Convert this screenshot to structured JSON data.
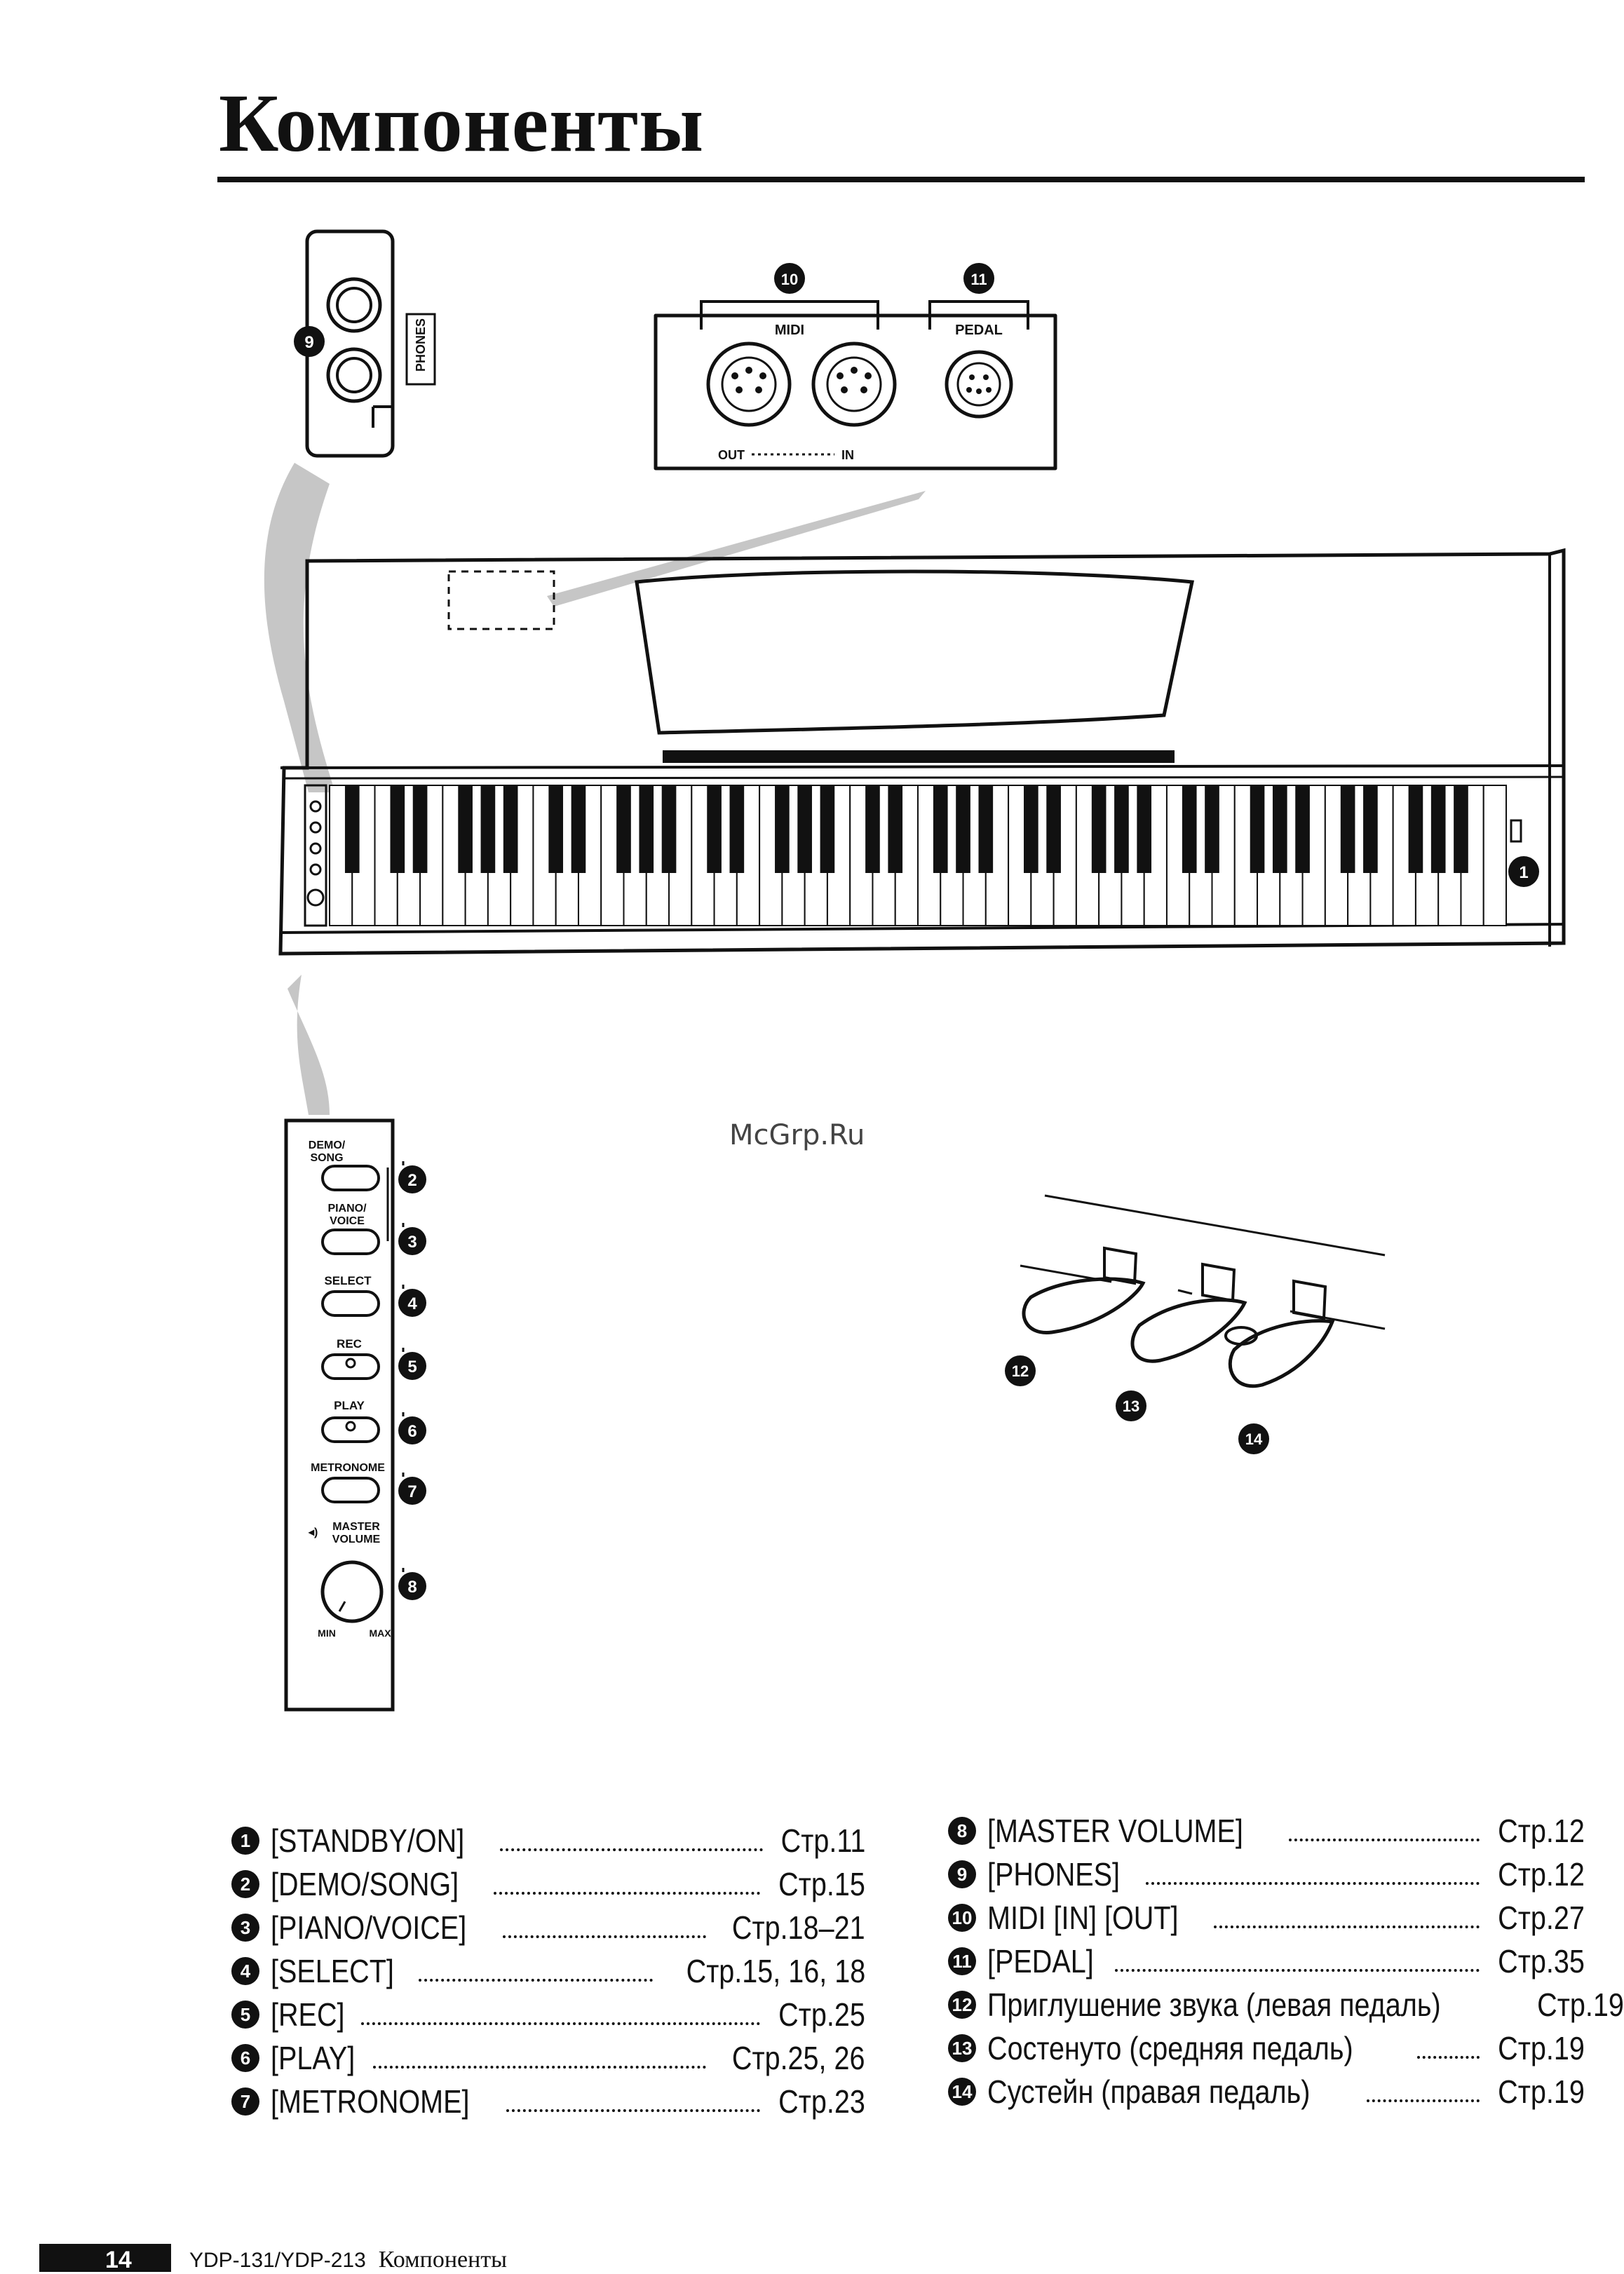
{
  "page": {
    "title": "Компоненты",
    "watermark": "McGrp.Ru"
  },
  "diagram": {
    "phones_label": "PHONES",
    "midi_label": "MIDI",
    "pedal_label": "PEDAL",
    "out_label": "OUT",
    "in_label": "IN",
    "panel": {
      "demo_song": "DEMO/SONG",
      "piano_voice": "PIANO/VOICE",
      "select": "SELECT",
      "rec": "REC",
      "play": "PLAY",
      "metronome": "METRONOME",
      "master_volume": "MASTER VOLUME",
      "min": "MIN",
      "max": "MAX"
    },
    "callouts": [
      "1",
      "2",
      "3",
      "4",
      "5",
      "6",
      "7",
      "8",
      "9",
      "10",
      "11",
      "12",
      "13",
      "14"
    ]
  },
  "components_left": [
    {
      "num": "1",
      "name": "[STANDBY/ON]",
      "page": "Стр.11"
    },
    {
      "num": "2",
      "name": "[DEMO/SONG]",
      "page": "Стр.15"
    },
    {
      "num": "3",
      "name": "[PIANO/VOICE]",
      "page": "Стр.18–21"
    },
    {
      "num": "4",
      "name": "[SELECT]",
      "page": "Стр.15, 16, 18"
    },
    {
      "num": "5",
      "name": "[REC]",
      "page": "Стр.25"
    },
    {
      "num": "6",
      "name": "[PLAY]",
      "page": "Стр.25, 26"
    },
    {
      "num": "7",
      "name": "[METRONOME]",
      "page": "Стр.23"
    }
  ],
  "components_right": [
    {
      "num": "8",
      "name": "[MASTER VOLUME]",
      "page": "Стр.12"
    },
    {
      "num": "9",
      "name": "[PHONES]",
      "page": "Стр.12"
    },
    {
      "num": "10",
      "name": "MIDI [IN] [OUT]",
      "page": "Стр.27"
    },
    {
      "num": "11",
      "name": "[PEDAL]",
      "page": "Стр.35"
    },
    {
      "num": "12",
      "name": "Приглушение звука (левая педаль)",
      "page": "Стр.19"
    },
    {
      "num": "13",
      "name": "Состенуто (средняя педаль)",
      "page": "Стр.19"
    },
    {
      "num": "14",
      "name": "Сустейн (правая педаль)",
      "page": "Стр.19"
    }
  ],
  "footer": {
    "page_number": "14",
    "model": "YDP-131/YDP-213",
    "section": "Компоненты"
  }
}
